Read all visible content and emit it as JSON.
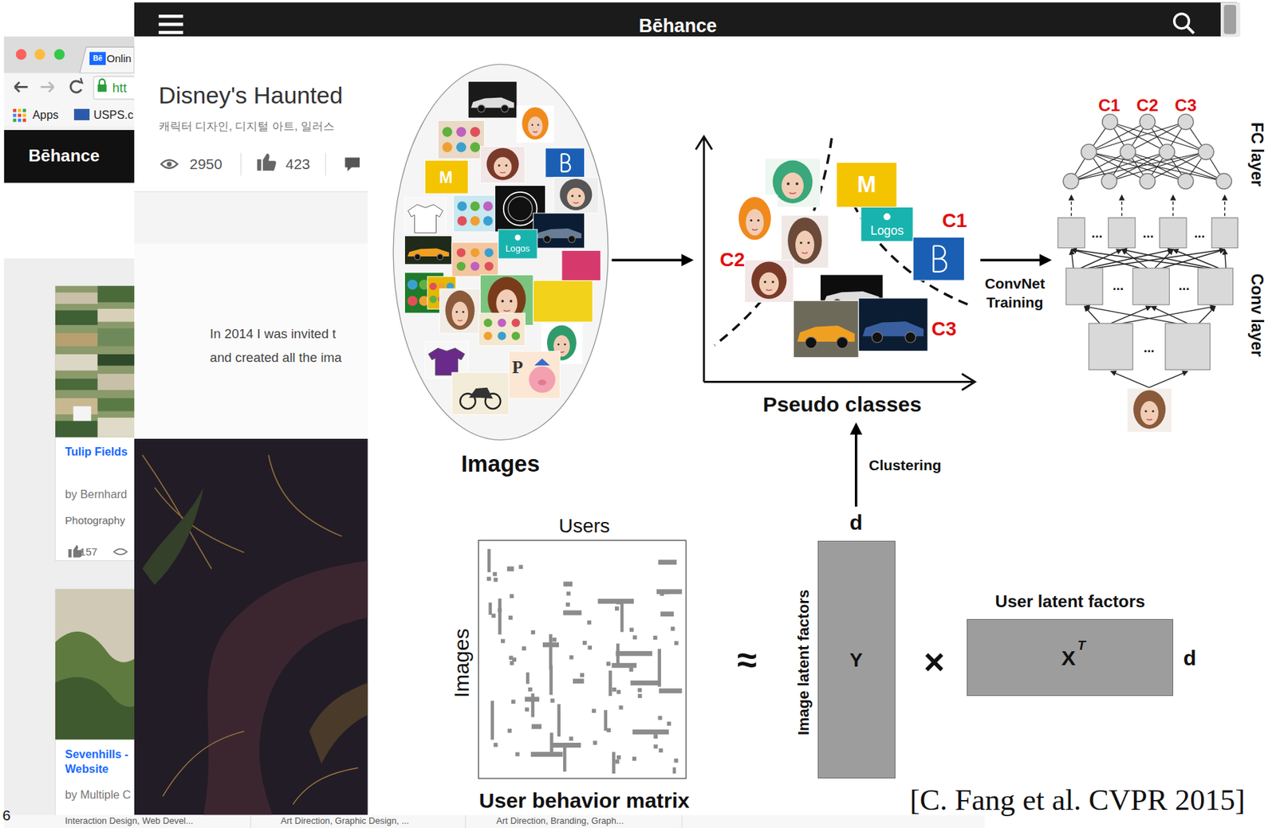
{
  "diagram": {
    "nodes": [
      {
        "text": [
          "Tulip Fields",
          "by Bernhard",
          "Photography",
          "157"
        ]
      },
      {
        "text": [
          "Sevenhills - Website",
          "by Multiple C",
          "Interaction Design, Web Devel..."
        ]
      },
      {
        "text": [
          "Images"
        ]
      },
      {
        "text": [
          "Pseudo classes"
        ]
      },
      {
        "text": [
          "FC layer",
          "Conv layer"
        ]
      },
      {
        "text": [
          "Users",
          "Images",
          "User behavior matrix"
        ]
      },
      {
        "text": [
          "d",
          "Image latent factors",
          "Y"
        ]
      },
      {
        "text": [
          "User latent factors",
          "X",
          "T",
          "d"
        ]
      }
    ],
    "edges": [
      {
        "from": 2,
        "to": 3,
        "arrow": "to"
      },
      {
        "from": 3,
        "to": 4,
        "label": "ConvNet Training",
        "arrow": "to"
      },
      {
        "from": 6,
        "to": 3,
        "label": "Clustering",
        "arrow": "to"
      }
    ],
    "labels": [
      "Onlin",
      "htt",
      "Apps",
      "USPS.c",
      "Bēhance",
      "Bēhance",
      "Disney's Haunted",
      "캐릭터 디자인, 디지털 아트, 일러스",
      "2950",
      "423",
      "In 2014 I was invited t",
      "and created all the ima",
      "Art Direction, Graphic Design, ...",
      "Art Direction, Branding, Graph...",
      "6",
      "M",
      "Logos",
      "P",
      "M",
      "Logos",
      "C1",
      "C2",
      "C3",
      "C1",
      "C2",
      "C3",
      "...",
      "...",
      "...",
      "...",
      "...",
      "...",
      "≈",
      "×",
      "[C. Fang et al. CVPR 2015]",
      "Bē"
    ]
  }
}
